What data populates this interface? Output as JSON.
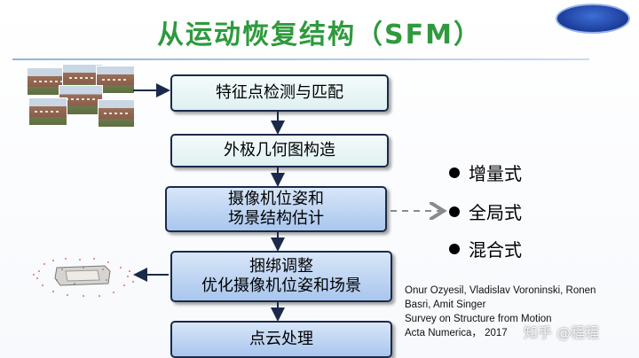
{
  "title": "从运动恢复结构（SFM）",
  "logo_text": "",
  "pipeline": {
    "step1": "特征点检测与匹配",
    "step2": "外极几何图构造",
    "step3_line1": "摄像机位姿和",
    "step3_line2": "场景结构估计",
    "step4_line1": "捆绑调整",
    "step4_line2": "优化摄像机位姿和场景",
    "step5": "点云处理"
  },
  "methods": [
    "增量式",
    "全局式",
    "混合式"
  ],
  "reference": {
    "line1": "Onur Ozyesil,  Vladislav Voroninski, Ronen",
    "line2": "Basri, Amit Singer",
    "line3": "Survey on Structure from Motion",
    "line4": "Acta Numerica， 2017"
  },
  "watermark": "知乎 @程程",
  "colors": {
    "title": "#2e9a3d",
    "box_border": "#1b2a4a",
    "box_light": "#dff0f1",
    "box_blue": "#a9c6ee",
    "dashed_arrow": "#8a8a8a"
  },
  "icons": {
    "input_images": "building-photos-icon",
    "point_cloud": "point-cloud-icon"
  }
}
